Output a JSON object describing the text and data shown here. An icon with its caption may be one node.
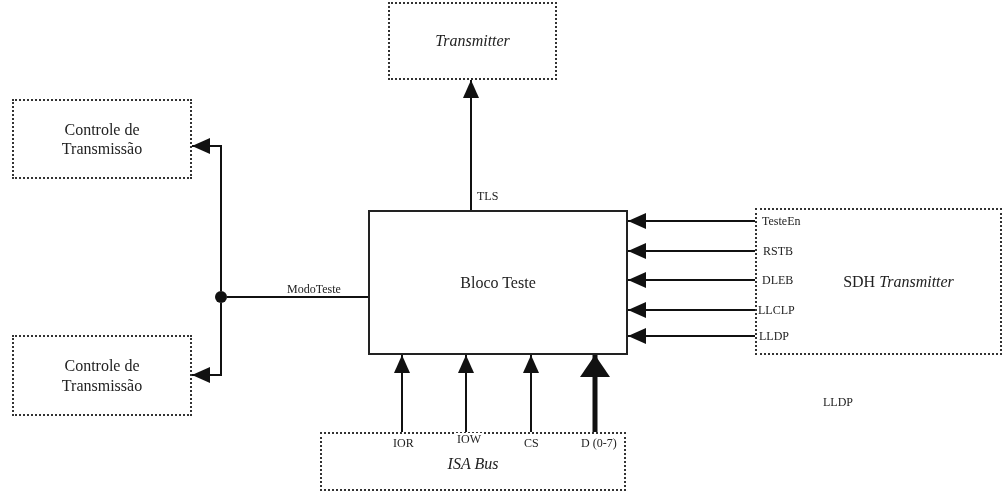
{
  "diagram": {
    "nodes": [
      {
        "text": [
          "Transmitter"
        ]
      },
      {
        "text": [
          "Controle de Transmissão"
        ]
      },
      {
        "text": [
          "Bloco Teste"
        ]
      },
      {
        "text": [
          "Controle de Transmissão"
        ]
      },
      {
        "text": [
          "SDH *Transmitter*"
        ]
      },
      {
        "text": [
          "ISA Bus"
        ]
      },
      {
        "text": [],
        "shape": "circle"
      }
    ],
    "edges": [
      {
        "from": 2,
        "to": 0,
        "arrow": "to",
        "label": "TLS"
      },
      {
        "from": 2,
        "to": 6,
        "arrow": "none",
        "label": "ModoTeste"
      },
      {
        "from": 6,
        "to": 1,
        "arrow": "to"
      },
      {
        "from": 6,
        "to": 3,
        "arrow": "to"
      },
      {
        "from": 4,
        "to": 2,
        "arrow": "to",
        "label": "TesteEn"
      },
      {
        "from": 4,
        "to": 2,
        "arrow": "to",
        "label": "RSTB"
      },
      {
        "from": 4,
        "to": 2,
        "arrow": "to",
        "label": "DLEB"
      },
      {
        "from": 4,
        "to": 2,
        "arrow": "to",
        "label": "LLCLP"
      },
      {
        "from": 4,
        "to": 2,
        "arrow": "to",
        "label": "LLDP"
      },
      {
        "from": 5,
        "to": 2,
        "arrow": "to",
        "label": "IOR"
      },
      {
        "from": 5,
        "to": 2,
        "arrow": "to",
        "label": "IOW"
      },
      {
        "from": 5,
        "to": 2,
        "arrow": "to",
        "label": "CS"
      },
      {
        "from": 5,
        "to": 2,
        "arrow": "to",
        "label": "D (0-7)",
        "style": "thick"
      }
    ],
    "labels": [
      "LLDP"
    ]
  }
}
